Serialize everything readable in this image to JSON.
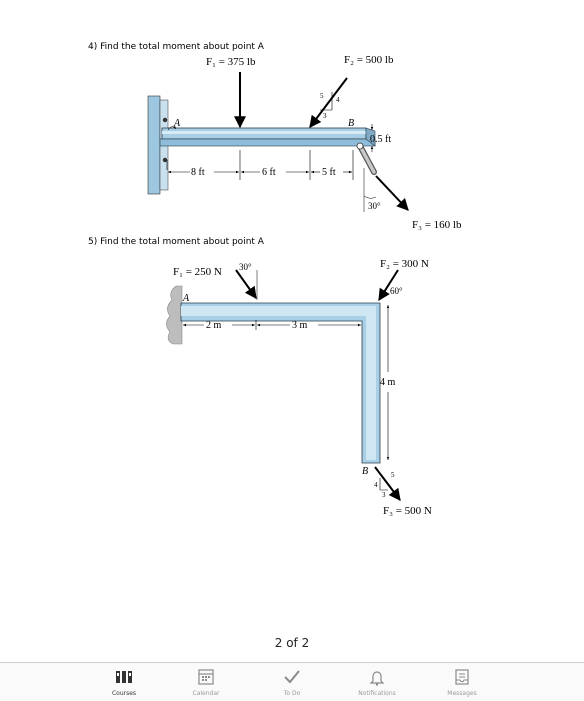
{
  "problems": [
    {
      "title": "4)  Find the total moment about point A",
      "labels": {
        "F1": "F₁ = 375 lb",
        "F2": "F₂ = 500 lb",
        "F3": "F₃ = 160 lb",
        "A": "A",
        "B": "B",
        "slope_5": "5",
        "slope_4": "4",
        "slope_3": "3",
        "dim_8": "8 ft",
        "dim_6": "6 ft",
        "dim_5": "5 ft",
        "dim_05": "0.5 ft",
        "angle": "30°"
      }
    },
    {
      "title": "5)  Find the total moment about point A",
      "labels": {
        "F1": "F₁ = 250 N",
        "F1_angle": "30°",
        "F2": "F₂ = 300 N",
        "F2_angle": "60°",
        "F3": "F₃ = 500 N",
        "A": "A",
        "B": "B",
        "dim_2": "2 m",
        "dim_3": "3 m",
        "dim_4": "4 m",
        "slope_5": "5",
        "slope_4": "4",
        "slope_3": "3"
      }
    }
  ],
  "page_indicator": "2 of 2",
  "tabbar": {
    "items": [
      {
        "label": "Courses",
        "icon": "courses-icon",
        "active": true
      },
      {
        "label": "Calendar",
        "icon": "calendar-icon",
        "active": false
      },
      {
        "label": "To Do",
        "icon": "checkmark-icon",
        "active": false
      },
      {
        "label": "Notifications",
        "icon": "bell-icon",
        "active": false
      },
      {
        "label": "Messages",
        "icon": "inbox-icon",
        "active": false
      }
    ],
    "colors": {
      "active": "#333333",
      "inactive": "#9a9a9a"
    }
  }
}
